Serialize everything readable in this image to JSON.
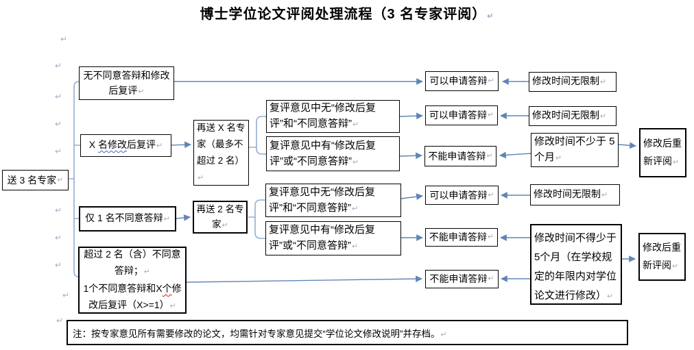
{
  "title": "博士学位论文评阅处理流程（3 名专家评阅）",
  "formatting_mark": "↵",
  "note": "注：按专家意见所有需要修改的论文，均需针对专家意见提交“学位论文修改说明”并存档。",
  "colors": {
    "box_border": "#000000",
    "bracket_line": "#93aed0",
    "arrow_line": "#5f86b5",
    "spellcheck_blue": "#3d66cf",
    "spellcheck_red": "#cf1d1d",
    "paragraph_mark": "#9bb0c9"
  },
  "nodes": {
    "send3": "送 3 名专家",
    "no_objection": "无不同意答辩和修改后复评",
    "x_revise": {
      "pre": "X ",
      "wavy": "名修改",
      "post": "后复评"
    },
    "one_objection": "仅 1 名不同意答辩",
    "two_plus": {
      "line1": "超过 2 名（含）不同意答辩；",
      "line2_pre": "1个不同意答辩和X",
      "line2_wavy": "个",
      "line2_post": "修改后复评（X>=1）"
    },
    "resend_x": "再送 X 名专家（最多不超过 2 名）",
    "resend_2": "再送 2 名专家",
    "review_no_1": "复评意见中无“修改后复评”和“不同意答辩”",
    "review_yes_1": "复评意见中有“修改后复评”或“不同意答辩”",
    "review_no_2": "复评意见中无“修改后复评”和“不同意答辩”",
    "review_yes_2": "复评意见中有“修改后复评”或“不同意答辩”",
    "can_defend_1": "可以申请答辩",
    "can_defend_2": "可以申请答辩",
    "cannot_defend_1": "不能申请答辩",
    "can_defend_3": "可以申请答辩",
    "cannot_defend_2": "不能申请答辩",
    "cannot_defend_3": "不能申请答辩",
    "no_time_limit_1": "修改时间无限制",
    "no_time_limit_2": "修改时间无限制",
    "min_5_months": "修改时间不少于 5 个月",
    "no_time_limit_3": "修改时间无限制",
    "min_5_months_rule": "修改时间不得少于5个月（在学校规定的年限内对学位论文进行修改）",
    "rereview_1": "修改后重新评阅",
    "rereview_2": "修改后重新评阅"
  }
}
